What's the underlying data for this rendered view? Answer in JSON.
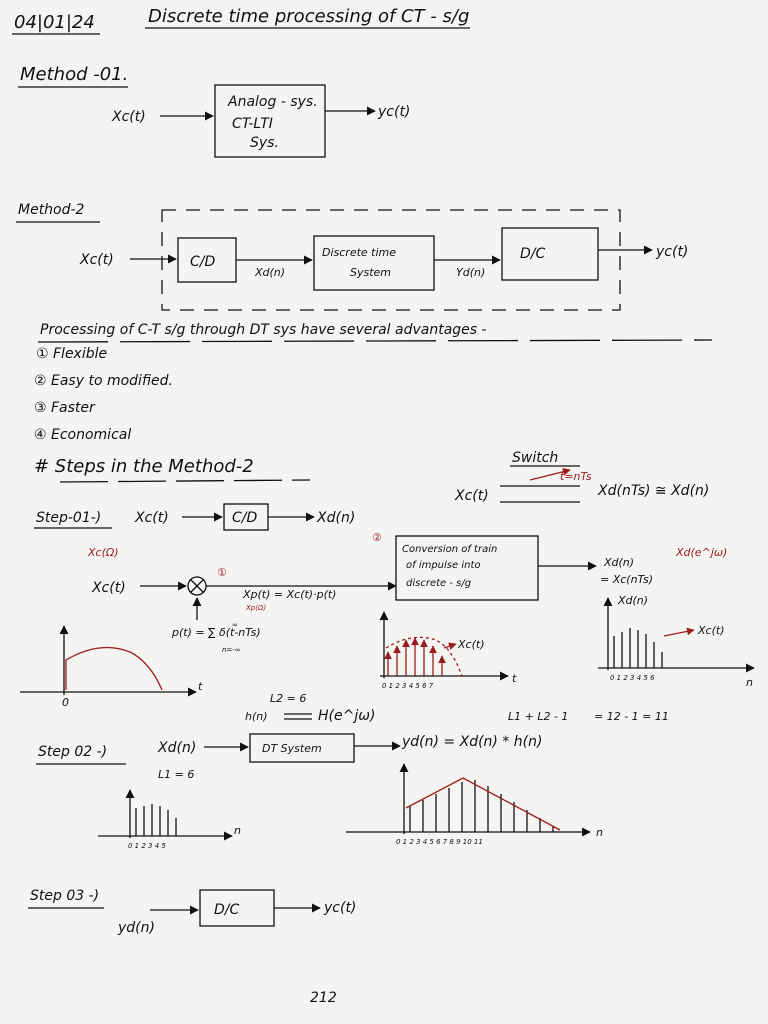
{
  "colors": {
    "ink": "#111111",
    "red_ink": "#9b1c1c",
    "paper": "#f4f4f3"
  },
  "header": {
    "date": "04|01|24",
    "title": "Discrete time processing of CT - s/g"
  },
  "method1": {
    "label": "Method -01.",
    "input": "Xc(t)",
    "box": [
      "Analog - sys.",
      "CT-LTI",
      "Sys."
    ],
    "output": "yc(t)"
  },
  "method2": {
    "label": "Method-2",
    "input": "Xc(t)",
    "cd": "C/D",
    "xd": "Xd(n)",
    "dt_box": [
      "Discrete time",
      "System"
    ],
    "yd": "Yd(n)",
    "dc": "D/C",
    "output": "yc(t)"
  },
  "advantages": {
    "heading": "Processing of C-T s/g through DT sys have several advantages -",
    "items": [
      "① Flexible",
      "② Easy to modified.",
      "③ Faster",
      "④ Economical"
    ]
  },
  "steps_heading": "# Steps in the Method-2",
  "switch": {
    "label": "Switch",
    "t": "t=nTs",
    "in": "Xc(t)",
    "out": "Xd(nTs) ≅ Xd(n)"
  },
  "step1": {
    "label": "Step-01-)",
    "input": "Xc(t)",
    "cd": "C/D",
    "output": "Xd(n)",
    "xc_omega": "Xc(Ω)",
    "xc_t": "Xc(t)",
    "circle1": "①",
    "circle2": "②",
    "xp": "Xp(t) = Xc(t)·p(t)",
    "xp_omega": "Xp(Ω)",
    "pt": "p(t) = ∑ δ(t-nTs)",
    "sum_top": "∞",
    "sum_bottom": "n=-∞",
    "conv_box": [
      "Conversion of train",
      "of impulse into",
      "discrete - s/g"
    ],
    "xd_eq1": "Xd(n)",
    "xd_eq1_red": "Xd(e^jω)",
    "xd_eq2": "= Xc(nTs)",
    "plot3_label": "Xd(n)",
    "plot3_xc": "Xc(t)",
    "plot1_zero": "0",
    "plot1_t": "t",
    "plot2_ticks": "0 1 2 3 4 5 6 7",
    "plot2_xc": "Xc(t)",
    "plot2_t": "t",
    "plot3_ticks": "0 1 2 3 4 5 6",
    "plot3_n": "n"
  },
  "step2": {
    "label": "Step 02 -)",
    "l2": "L2 = 6",
    "hn": "h(n)",
    "hw": "H(e^jω)",
    "lsum": "L1 + L2 - 1",
    "lsum_val": "= 12 - 1 = 11",
    "input": "Xd(n)",
    "box": "DT System",
    "output": "yd(n) = Xd(n) * h(n)",
    "l1": "L1 = 6",
    "plot1_ticks": "0 1 2 3 4 5",
    "plot1_n": "n",
    "plot2_ticks": "0 1 2 3 4 5 6 7 8 9 10 11",
    "plot2_n": "n"
  },
  "step3": {
    "label": "Step 03 -)",
    "input": "yd(n)",
    "box": "D/C",
    "output": "yc(t)"
  },
  "page_number": "212"
}
